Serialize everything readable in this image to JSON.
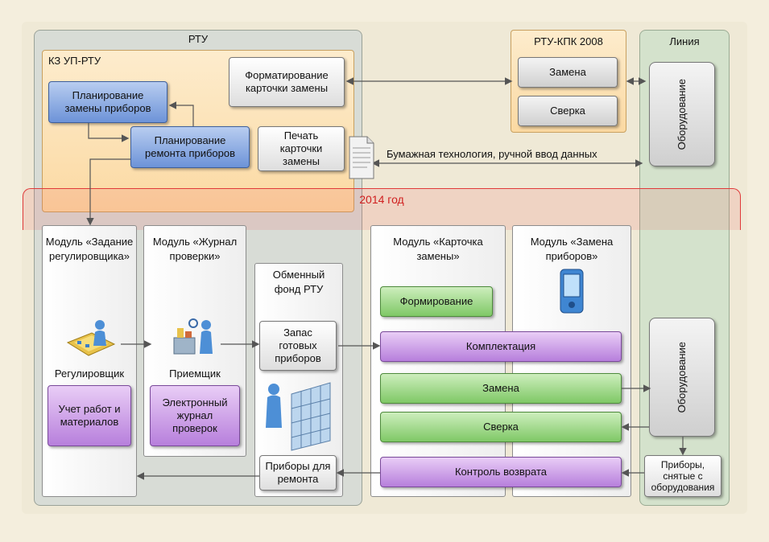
{
  "rtu": {
    "title": "РТУ",
    "kz": {
      "title": "КЗ УП-РТУ",
      "plan_replace": "Планирование замены приборов",
      "plan_repair": "Планирование ремонта приборов",
      "format_card": "Форматирование карточки замены",
      "print_card": "Печать карточки замены"
    },
    "module_task": {
      "title": "Модуль «Задание регулировщика»",
      "person": "Регулировщик",
      "box": "Учет работ и материалов"
    },
    "module_journal": {
      "title": "Модуль «Журнал проверки»",
      "person": "Приемщик",
      "box": "Электронный журнал проверок"
    },
    "exchange": {
      "title": "Обменный фонд РТУ",
      "stock": "Запас готовых приборов",
      "repair": "Приборы для ремонта"
    }
  },
  "kpk": {
    "title": "РТУ-КПК 2008",
    "replace": "Замена",
    "verify": "Сверка"
  },
  "line": {
    "title": "Линия",
    "equip_top": "Оборудование",
    "equip_bottom": "Оборудование",
    "removed": "Приборы, снятые с оборудования"
  },
  "paper_label": "Бумажная технология, ручной ввод данных",
  "year_label": "2014 год",
  "module_card": {
    "title": "Модуль «Карточка замены»",
    "forming": "Формирование"
  },
  "module_replace": {
    "title": "Модуль «Замена приборов»"
  },
  "bars": {
    "complect": "Комплектация",
    "replace": "Замена",
    "verify": "Сверка",
    "return": "Контроль возврата"
  },
  "colors": {
    "red_frame": "#e03a3a",
    "blue": "#6d93d8",
    "purple": "#b77fdc",
    "green": "#7fc866",
    "orange": "#fbd9a2"
  }
}
